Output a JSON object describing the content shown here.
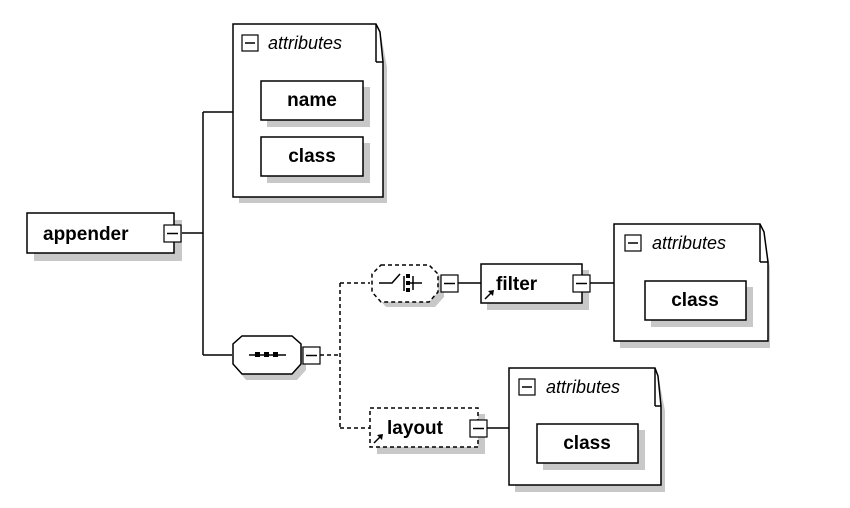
{
  "diagram": {
    "root": {
      "label": "appender",
      "expander_icon": "minus-box-icon"
    },
    "root_attributes": {
      "title": "attributes",
      "items": [
        "name",
        "class"
      ]
    },
    "sequence": {
      "icon": "sequence-icon"
    },
    "choice": {
      "icon": "choice-icon"
    },
    "filter": {
      "label": "filter",
      "reference_icon": "reference-arrow-icon",
      "attributes": {
        "title": "attributes",
        "items": [
          "class"
        ]
      }
    },
    "layout": {
      "label": "layout",
      "reference_icon": "reference-arrow-icon",
      "attributes": {
        "title": "attributes",
        "items": [
          "class"
        ]
      }
    }
  }
}
